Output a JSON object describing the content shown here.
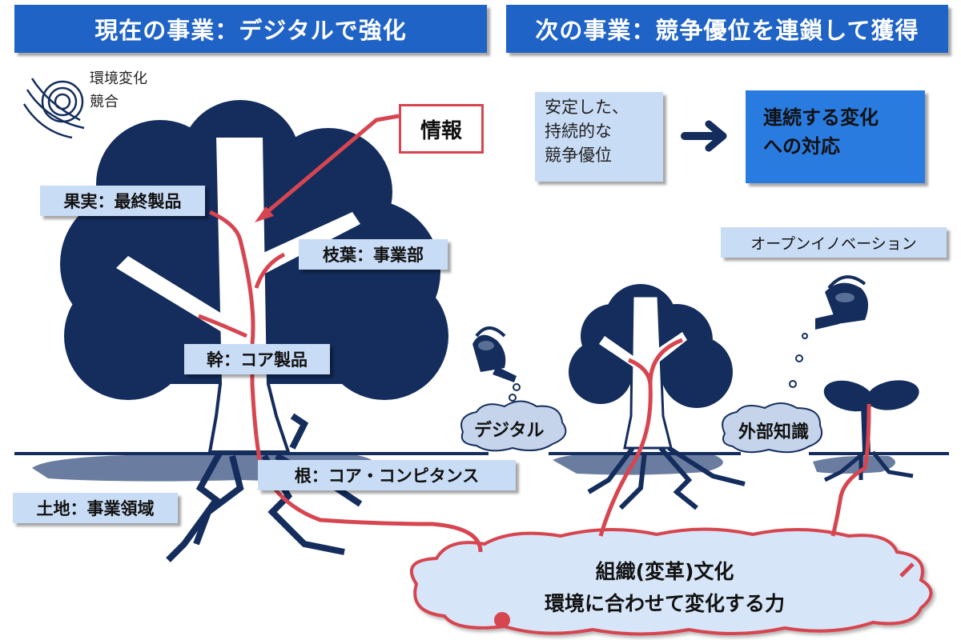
{
  "headers": {
    "left": "現在の事業：デジタルで強化",
    "right": "次の事業：競争優位を連鎖して獲得"
  },
  "env_label": [
    "環境変化",
    "競合"
  ],
  "info_box": "情報",
  "tree_labels": {
    "fruit": "果実：最終製品",
    "branch": "枝葉：事業部",
    "trunk": "幹：コア製品",
    "root": "根：コア・コンピタンス",
    "soil": "土地：事業領域"
  },
  "stable_box": [
    "安定した、",
    "持続的な",
    "競争優位"
  ],
  "change_box": [
    "連続する変化",
    "への対応"
  ],
  "open_innovation": "オープンイノベーション",
  "clouds": {
    "digital": "デジタル",
    "knowledge": "外部知識"
  },
  "culture": {
    "line1": "組織(変革)文化",
    "line2": "環境に合わせて変化する力"
  },
  "colors": {
    "navy": "#142d5c",
    "header_blue": "#1f63c6",
    "light_blue": "#c9dcf6",
    "red": "#d64550",
    "cloud_fill": "#d6e5f7"
  }
}
